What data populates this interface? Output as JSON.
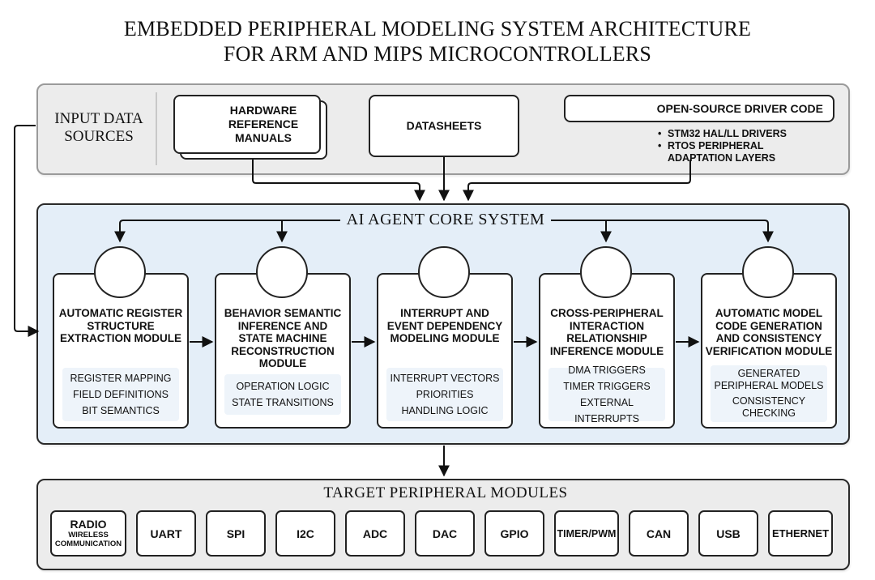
{
  "title": {
    "line1": "EMBEDDED PERIPHERAL MODELING SYSTEM ARCHITECTURE",
    "line2": "FOR ARM AND MIPS MICROCONTROLLERS"
  },
  "input": {
    "label_line1": "INPUT DATA",
    "label_line2": "SOURCES",
    "manuals": [
      "HARDWARE",
      "REFERENCE",
      "MANUALS"
    ],
    "datasheets": "DATASHEETS",
    "driver_code": "OPEN-SOURCE DRIVER CODE",
    "driver_items": [
      "STM32 HAL/LL DRIVERS",
      "RTOS PERIPHERAL",
      "ADAPTATION LAYERS"
    ]
  },
  "core": {
    "title": "AI AGENT CORE SYSTEM",
    "modules": [
      {
        "title": [
          "AUTOMATIC REGISTER",
          "STRUCTURE",
          "EXTRACTION MODULE"
        ],
        "details": [
          "REGISTER MAPPING",
          "FIELD DEFINITIONS",
          "BIT SEMANTICS"
        ]
      },
      {
        "title": [
          "BEHAVIOR SEMANTIC",
          "INFERENCE AND",
          "STATE MACHINE",
          "RECONSTRUCTION",
          "MODULE"
        ],
        "details": [
          "OPERATION LOGIC",
          "STATE TRANSITIONS"
        ]
      },
      {
        "title": [
          "INTERRUPT AND",
          "EVENT DEPENDENCY",
          "MODELING MODULE"
        ],
        "details": [
          "INTERRUPT VECTORS",
          "PRIORITIES",
          "HANDLING LOGIC"
        ]
      },
      {
        "title": [
          "CROSS-PERIPHERAL",
          "INTERACTION",
          "RELATIONSHIP",
          "INFERENCE MODULE"
        ],
        "details": [
          "DMA TRIGGERS",
          "TIMER TRIGGERS",
          "EXTERNAL INTERRUPTS"
        ]
      },
      {
        "title": [
          "AUTOMATIC MODEL",
          "CODE GENERATION",
          "AND CONSISTENCY",
          "VERIFICATION MODULE"
        ],
        "details": [
          "GENERATED",
          "PERIPHERAL MODELS",
          "CONSISTENCY",
          "CHECKING"
        ]
      }
    ]
  },
  "target": {
    "title": "TARGET PERIPHERAL MODULES",
    "radio_main": "RADIO",
    "radio_sub": [
      "WIRELESS",
      "COMMUNICATION"
    ],
    "modules": [
      "UART",
      "SPI",
      "I2C",
      "ADC",
      "DAC",
      "GPIO",
      "TIMER/PWM",
      "CAN",
      "USB",
      "ETHERNET"
    ]
  }
}
